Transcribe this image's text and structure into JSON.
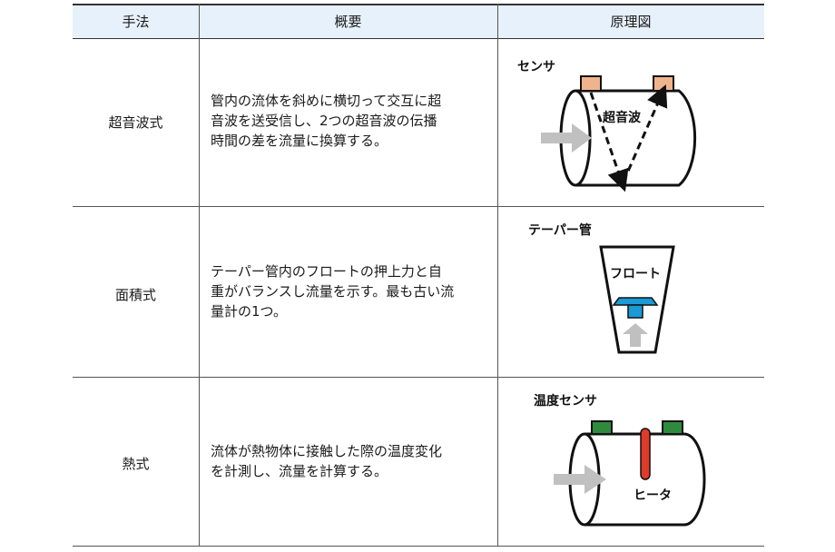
{
  "header": {
    "col1": "手法",
    "col2": "概要",
    "col3": "原理図"
  },
  "rows": [
    {
      "method": "超音波式",
      "desc_lines": [
        "管内の流体を斜めに横切って交互に超",
        "音波を送受信し、2つの超音波の伝播",
        "時間の差を流量に換算する。"
      ],
      "diagram": {
        "sensor_label": "センサ",
        "wave_label": "超音波"
      }
    },
    {
      "method": "面積式",
      "desc_lines": [
        "テーパー管内のフロートの押上力と自",
        "重がバランスし流量を示す。最も古い流",
        "量計の1つ。"
      ],
      "diagram": {
        "tube_label": "テーパー管",
        "float_label": "フロート"
      }
    },
    {
      "method": "熱式",
      "desc_lines": [
        "流体が熱物体に接触した際の温度変化",
        "を計測し、流量を計算する。"
      ],
      "diagram": {
        "sensor_label": "温度センサ",
        "heater_label": "ヒータ"
      }
    }
  ],
  "colors": {
    "header_bg": "#e7f1fb",
    "ultrasonic_sensor": "#f0b48c",
    "float": "#1a9ad6",
    "temp_sensor": "#2e8b3e",
    "heater": "#e03a2a",
    "flow_arrow": "#c0c0c0"
  }
}
